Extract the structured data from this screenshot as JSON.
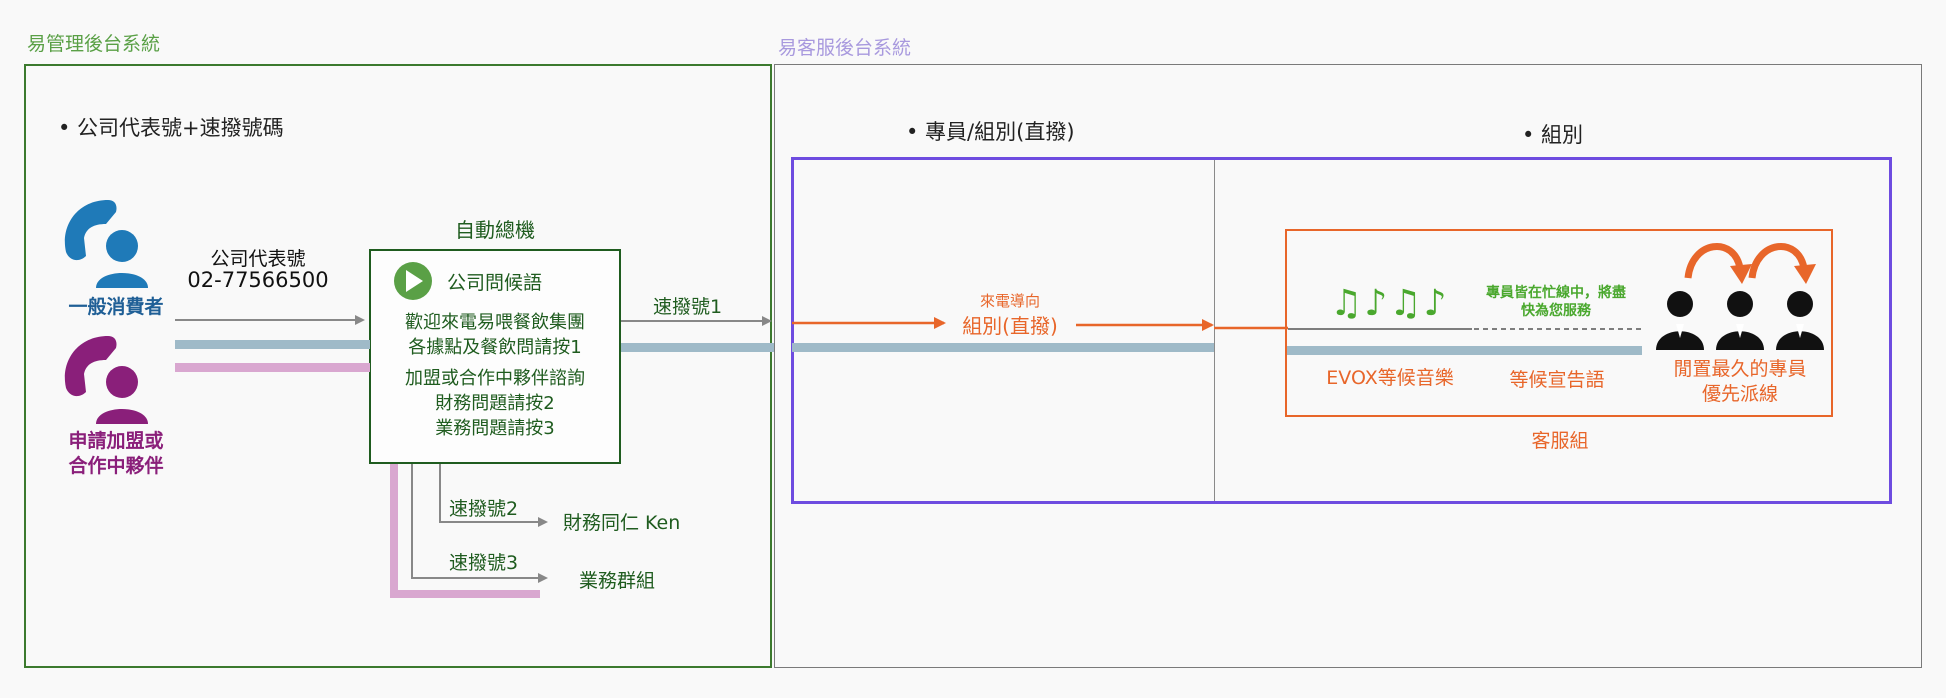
{
  "left_system": {
    "title": "易管理後台系統",
    "heading": "• 公司代表號+速撥號碼",
    "caller_consumer": "一般消費者",
    "caller_partner_line1": "申請加盟或",
    "caller_partner_line2": "合作中夥伴",
    "company_number_label": "公司代表號",
    "company_number": "02-77566500",
    "ivr_title": "自動總機",
    "greeting_label": "公司問候語",
    "ivr_lines": [
      "歡迎來電易喂餐飲集團",
      "各據點及餐飲問請按1",
      "加盟或合作中夥伴諮詢",
      "財務問題請按2",
      "業務問題請按3"
    ],
    "speed_dial_1": "速撥號1",
    "speed_dial_2": "速撥號2",
    "speed_dial_3": "速撥號3",
    "finance_target": "財務同仁 Ken",
    "sales_target": "業務群組"
  },
  "right_system": {
    "title": "易客服後台系統",
    "heading_direct": "• 專員/組別(直撥)",
    "heading_group": "• 組別",
    "redirect_small": "來電導向",
    "redirect_big": "組別(直撥)",
    "music_notes": "♫♪♫♪",
    "busy_line1": "專員皆在忙線中，將盡",
    "busy_line2": "快為您服務",
    "music_label": "EVOX等候音樂",
    "announce_label": "等候宣告語",
    "idle_line1": "閒置最久的專員",
    "idle_line2": "優先派線",
    "group_label": "客服組"
  },
  "colors": {
    "green_border": "#3c7a2e",
    "ivr_border": "#1f5c1f",
    "gray_border": "#7a7a7a",
    "purple_border": "#6e4ce0",
    "orange": "#e8662a",
    "consumer_blue": "#1f7ab8",
    "partner_purple": "#8a1f7a",
    "line_blue_gray": "#9fbac8",
    "line_pink": "#d9a7d0",
    "play_green": "#5aa046",
    "music_green": "#4aa82e"
  }
}
